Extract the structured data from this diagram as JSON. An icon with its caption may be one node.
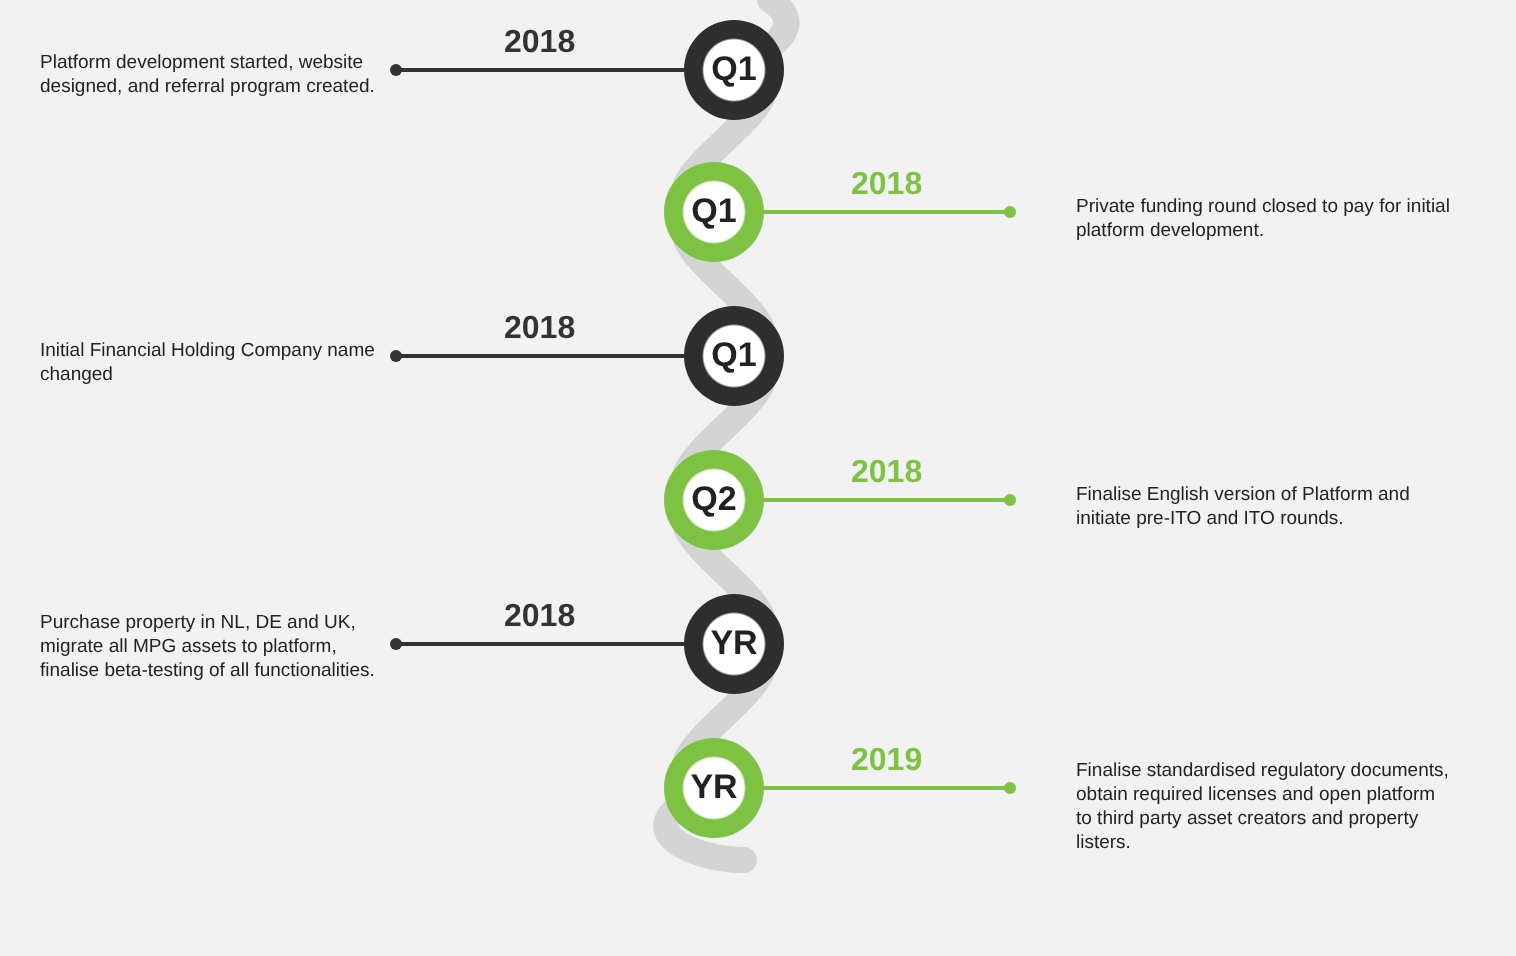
{
  "diagram": {
    "nodes": [
      {
        "text": [
          "Platform development started, website designed, and referral program created."
        ]
      },
      {
        "text": [
          "Q1"
        ]
      },
      {
        "text": [
          "Q1"
        ]
      },
      {
        "text": [
          "Private funding round closed to pay for initial platform development."
        ]
      },
      {
        "text": [
          "Initial Financial Holding Company name changed"
        ]
      },
      {
        "text": [
          "Q1"
        ]
      },
      {
        "text": [
          "Q2"
        ]
      },
      {
        "text": [
          "Finalise English version of Platform and initiate pre-ITO and ITO rounds."
        ]
      },
      {
        "text": [
          "Purchase property in NL, DE and UK, migrate all MPG assets to platform, finalise beta-testing of all functionalities."
        ]
      },
      {
        "text": [
          "YR"
        ]
      },
      {
        "text": [
          "YR"
        ]
      },
      {
        "text": [
          "Finalise standardised regulatory documents, obtain required licenses and open platform to third party asset creators and property listers."
        ]
      }
    ],
    "edges": [
      {
        "from": 1,
        "to": 0,
        "arrow": "other",
        "label": "2018"
      },
      {
        "from": 2,
        "to": 3,
        "arrow": "other",
        "label": "2018",
        "color": "#7dc243"
      },
      {
        "from": 5,
        "to": 4,
        "arrow": "other",
        "label": "2018"
      },
      {
        "from": 6,
        "to": 7,
        "arrow": "other",
        "label": "2018",
        "color": "#7dc243"
      },
      {
        "from": 9,
        "to": 8,
        "arrow": "other",
        "label": "2018"
      },
      {
        "from": 10,
        "to": 11,
        "arrow": "other",
        "label": "2019",
        "color": "#7dc243"
      }
    ]
  }
}
